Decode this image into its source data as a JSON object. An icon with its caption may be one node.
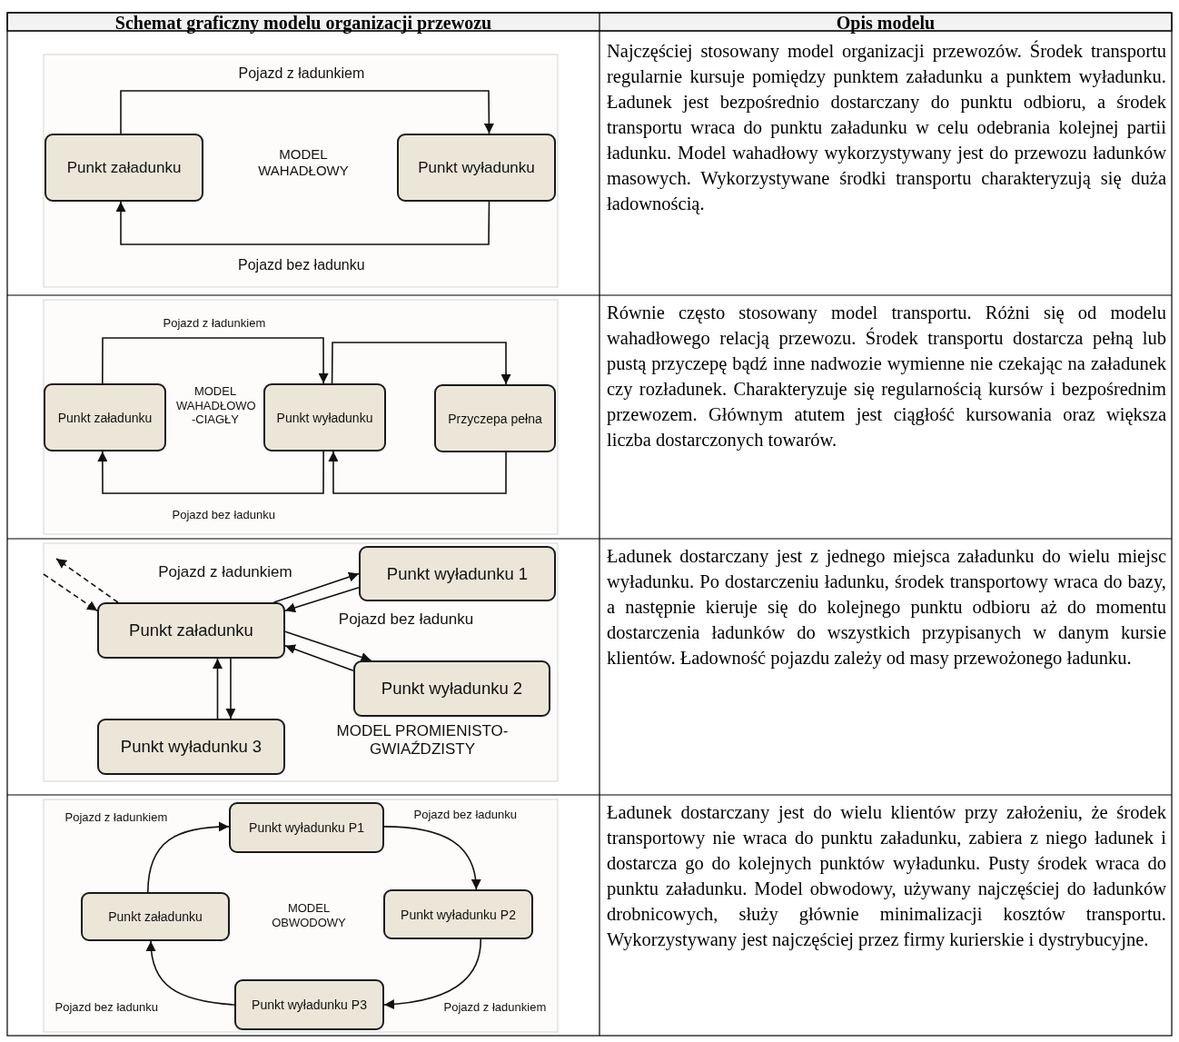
{
  "diagram": {
    "nodes": [
      {
        "text": [
          "Punkt załadunku"
        ]
      },
      {
        "text": [
          "Punkt wyładunku"
        ]
      },
      {
        "text": [
          "Punkt załadunku"
        ]
      },
      {
        "text": [
          "Punkt wyładunku"
        ]
      },
      {
        "text": [
          "Przyczepa pełna"
        ]
      },
      {
        "text": [
          "Punkt wyładunku 1"
        ]
      },
      {
        "text": [
          "Punkt załadunku"
        ]
      },
      {
        "text": [
          "Punkt wyładunku 2"
        ]
      },
      {
        "text": [
          "Punkt wyładunku 3"
        ]
      },
      {
        "text": [
          "Punkt wyładunku P1"
        ]
      },
      {
        "text": [
          "Punkt załadunku"
        ]
      },
      {
        "text": [
          "Punkt wyładunku P2"
        ]
      },
      {
        "text": [
          "Punkt wyładunku P3"
        ]
      }
    ],
    "edges": [
      {
        "from": 0,
        "to": 1,
        "arrow": "to",
        "label": "Pojazd z ładunkiem"
      },
      {
        "from": 1,
        "to": 0,
        "arrow": "to",
        "label": "Pojazd bez ładunku"
      },
      {
        "from": 2,
        "to": 3,
        "arrow": "to",
        "label": "Pojazd z ładunkiem"
      },
      {
        "from": 3,
        "to": 2,
        "arrow": "to",
        "label": "Pojazd bez ładunku"
      },
      {
        "from": 3,
        "to": 4,
        "arrow": "to"
      },
      {
        "from": 4,
        "to": 3,
        "arrow": "to"
      },
      {
        "from": 6,
        "to": null,
        "arrow": "to",
        "style": "dashed"
      },
      {
        "from": null,
        "to": 6,
        "arrow": "to",
        "style": "dashed"
      },
      {
        "from": 6,
        "to": 5,
        "arrow": "to"
      },
      {
        "from": 5,
        "to": 6,
        "arrow": "to"
      },
      {
        "from": 6,
        "to": 7,
        "arrow": "to"
      },
      {
        "from": 7,
        "to": 6,
        "arrow": "to"
      },
      {
        "from": 8,
        "to": 6,
        "arrow": "to"
      },
      {
        "from": 6,
        "to": 8,
        "arrow": "to"
      },
      {
        "from": 10,
        "to": 9,
        "arrow": "to",
        "label": "Pojazd z ładunkiem"
      },
      {
        "from": 9,
        "to": 11,
        "arrow": "to",
        "label": "Pojazd bez ładunku"
      },
      {
        "from": 11,
        "to": 12,
        "arrow": "to",
        "label": "Pojazd z ładunkiem"
      },
      {
        "from": 12,
        "to": 10,
        "arrow": "to",
        "label": "Pojazd bez ładunku"
      }
    ],
    "labels": [
      "Schemat graficzny modelu organizacji przewozu",
      "Opis modelu",
      "MODEL WAHADŁOWY",
      "Najczęściej stosowany model organizacji przewozów. Środek transportu regularnie kursuje pomiędzy punktem załadunku a punktem wyładunku. Ładunek jest bezpośrednio dostarczany do punktu odbioru, a środek transportu wraca do punktu załadunku w celu odebrania kolejnej partii ładunku. Model wahadłowy wykorzystywany jest do przewozu ładunków masowych. Wykorzystywane środki transportu charakteryzują się duża ładownością.",
      "MODEL WAHADŁOWO -CIAGŁY",
      "Równie często stosowany model transportu. Różni się od modelu wahadłowego relacją przewozu. Środek transportu dostarcza pełną lub pustą przyczepę bądź inne nadwozie wymienne nie czekając na załadunek czy rozładunek. Charakteryzuje się regularnością kursów i bezpośrednim przewozem. Głównym atutem jest ciągłość kursowania oraz większa liczba dostarczonych towarów.",
      "Pojazd z ładunkiem",
      "Pojazd bez ładunku",
      "MODEL PROMIENISTO- GWIAŹDZISTY",
      "Ładunek dostarczany jest z jednego miejsca załadunku do wielu miejsc wyładunku. Po dostarczeniu ładunku, środek transportowy wraca do bazy, a następnie kieruje się do kolejnego punktu odbioru aż do momentu dostarczenia ładunków do wszystkich przypisanych w danym kursie klientów. Ładowność pojazdu zależy od masy przewożonego ładunku.",
      "MODEL OBWODOWY",
      "Ładunek dostarczany jest do wielu klientów przy założeniu, że środek transportowy nie wraca do punktu załadunku, zabiera z niego ładunek i dostarcza go do kolejnych punktów wyładunku. Pusty środek wraca do punktu załadunku. Model obwodowy, używany najczęściej do ładunków drobnicowych, służy głównie minimalizacji kosztów transportu. Wykorzystywany jest najczęściej przez firmy kurierskie i dystrybucyjne."
    ]
  }
}
